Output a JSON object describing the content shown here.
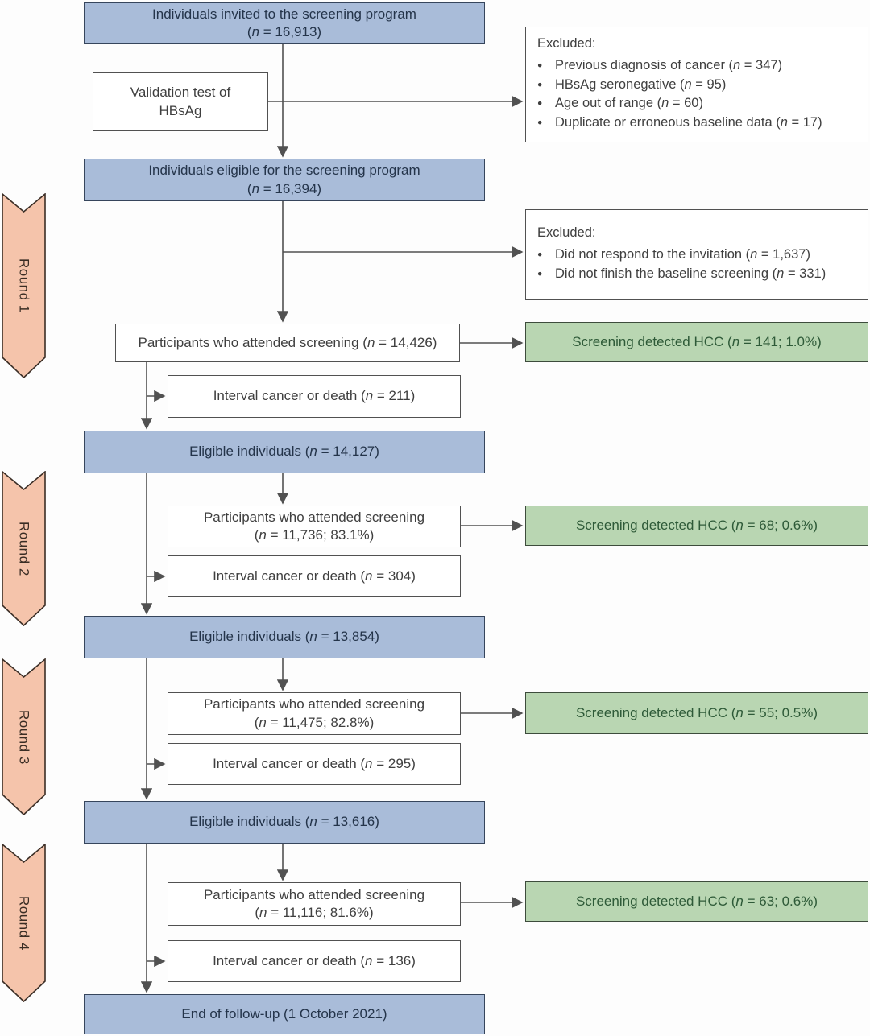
{
  "palette": {
    "blue_fill": "#a9bcd9",
    "blue_border": "#36455c",
    "blue_text": "#24344a",
    "green_fill": "#b9d6b2",
    "green_border": "#3d4c3c",
    "green_text": "#2e5a38",
    "salmon_fill": "#f5c4ab",
    "salmon_border": "#3b2e26",
    "salmon_text": "#3a2d24",
    "white_border": "#515151",
    "text": "#3f3f3f",
    "line": "#515151"
  },
  "rounds": [
    "Round 1",
    "Round 2",
    "Round 3",
    "Round 4"
  ],
  "boxes": {
    "invited": {
      "lines": [
        "Individuals invited to the screening program",
        "(n = 16,913)"
      ]
    },
    "validation": {
      "lines": [
        "Validation test of",
        "HBsAg"
      ]
    },
    "excluded_baseline": {
      "heading": "Excluded:",
      "items": [
        "Previous diagnosis of cancer (n = 347)",
        "HBsAg seronegative (n = 95)",
        "Age out of range (n = 60)",
        "Duplicate or erroneous baseline data (n = 17)"
      ]
    },
    "eligible_program": {
      "lines": [
        "Individuals eligible for the screening program",
        "(n = 16,394)"
      ]
    },
    "excluded_response": {
      "heading": "Excluded:",
      "items": [
        "Did not respond to the invitation (n = 1,637)",
        "Did not finish the baseline screening (n = 331)"
      ]
    },
    "r1_attended": {
      "lines": [
        "Participants who attended screening (n = 14,426)"
      ]
    },
    "r1_detected": {
      "lines": [
        "Screening detected HCC (n = 141; 1.0%)"
      ]
    },
    "r1_interval": {
      "lines": [
        "Interval cancer or death (n = 211)"
      ]
    },
    "r1_eligible": {
      "lines": [
        "Eligible individuals (n = 14,127)"
      ]
    },
    "r2_attended": {
      "lines": [
        "Participants who attended screening",
        "(n = 11,736; 83.1%)"
      ]
    },
    "r2_detected": {
      "lines": [
        "Screening detected HCC (n = 68; 0.6%)"
      ]
    },
    "r2_interval": {
      "lines": [
        "Interval cancer or death (n = 304)"
      ]
    },
    "r2_eligible": {
      "lines": [
        "Eligible individuals (n = 13,854)"
      ]
    },
    "r3_attended": {
      "lines": [
        "Participants who attended screening",
        "(n = 11,475; 82.8%)"
      ]
    },
    "r3_detected": {
      "lines": [
        "Screening detected HCC (n = 55; 0.5%)"
      ]
    },
    "r3_interval": {
      "lines": [
        "Interval cancer or death (n = 295)"
      ]
    },
    "r3_eligible": {
      "lines": [
        "Eligible individuals (n = 13,616)"
      ]
    },
    "r4_attended": {
      "lines": [
        "Participants who attended screening",
        "(n = 11,116; 81.6%)"
      ]
    },
    "r4_detected": {
      "lines": [
        "Screening detected HCC (n = 63; 0.6%)"
      ]
    },
    "r4_interval": {
      "lines": [
        "Interval cancer or death (n = 136)"
      ]
    },
    "end_followup": {
      "lines": [
        "End of follow-up (1 October 2021)"
      ]
    }
  }
}
